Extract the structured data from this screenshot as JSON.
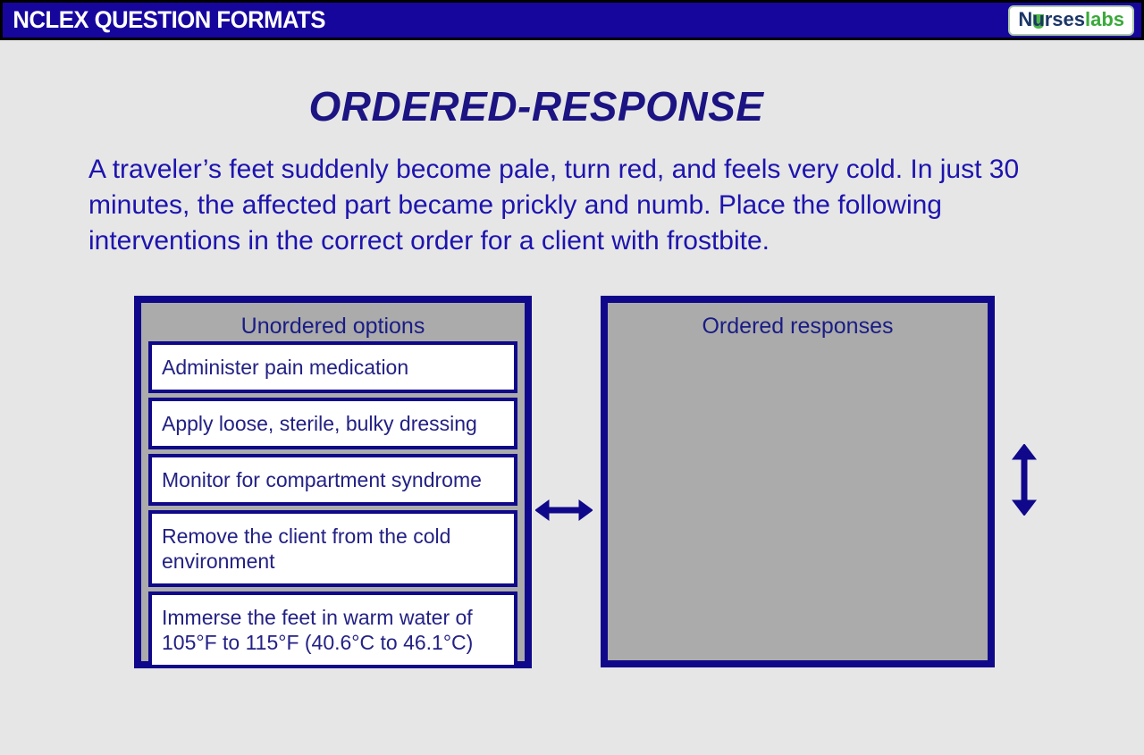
{
  "header": {
    "title": "NCLEX QUESTION FORMATS",
    "logo": {
      "nurses_prefix": "N",
      "nurses_u": "u",
      "nurses_suffix": "rses",
      "labs": "labs",
      "beaker_icon": "green-beaker-in-u",
      "colors": {
        "navy": "#1c3667",
        "green": "#3aa93a"
      }
    }
  },
  "main": {
    "title": "ORDERED-RESPONSE",
    "question": "A traveler’s feet suddenly become pale, turn red, and feels very cold. In just 30 minutes, the affected part became prickly and numb. Place the following interventions in the correct order for a client with frostbite.",
    "unordered": {
      "label": "Unordered options",
      "options": [
        "Administer pain medication",
        "Apply loose, sterile, bulky dressing",
        "Monitor for compartment syndrome",
        "Remove the client from the cold environment",
        "Immerse the feet in warm water of 105°F to 115°F (40.6°C to 46.1°C)"
      ]
    },
    "ordered": {
      "label": "Ordered responses"
    },
    "icons": {
      "horizontal_arrow": "left-right-arrow-icon",
      "vertical_arrow": "up-down-arrow-icon"
    }
  },
  "colors": {
    "topbar_blue": "#16069c",
    "page_background": "#e6e6e6",
    "title_navy": "#1c1482",
    "question_blue": "#1d14ae",
    "panel_border_navy": "#10088a",
    "panel_gray": "#ababab",
    "option_text_navy": "#232184"
  }
}
